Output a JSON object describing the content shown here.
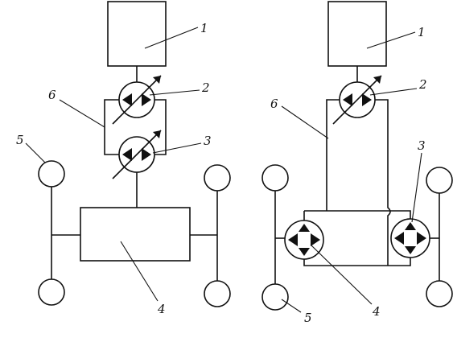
{
  "left_scheme": {
    "labels": {
      "engine": "1",
      "pump": "2",
      "motor": "3",
      "transmission": "4",
      "wheel": "5",
      "hydraulic_lines": "6"
    }
  },
  "right_scheme": {
    "labels": {
      "engine": "1",
      "pump": "2",
      "wheel_motor": "3",
      "wheel_motor_left": "4",
      "wheel": "5",
      "hydraulic_lines": "6"
    }
  },
  "colors": {
    "ink": "#111111",
    "background": "#ffffff"
  }
}
